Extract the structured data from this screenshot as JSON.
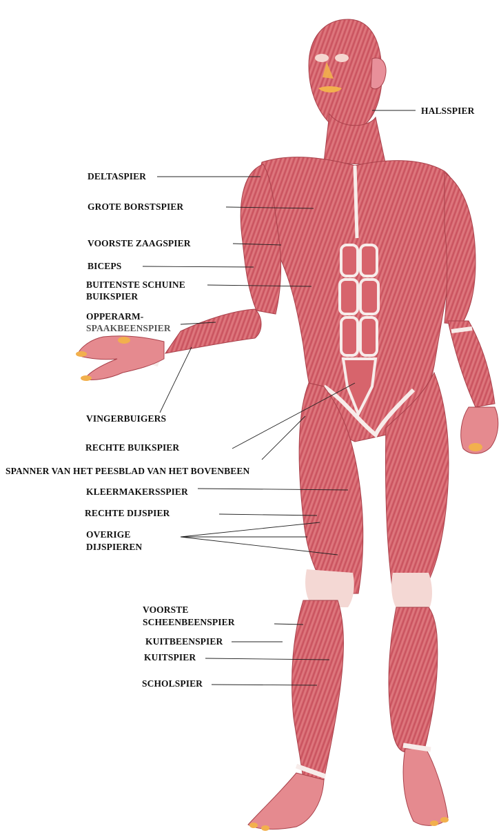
{
  "colors": {
    "skin": "#f3b5a7",
    "muscle": "#d9626a",
    "muscle_dark": "#b03e4a",
    "tendon": "#f7ecea",
    "nail": "#f2b04d",
    "leader": "#222222",
    "label": "#111111"
  },
  "labels": {
    "halsspier": "HALSSPIER",
    "deltaspier": "DELTASPIER",
    "grote_borstspier": "GROTE BORSTSPIER",
    "voorste_zaagspier": "VOORSTE ZAAGSPIER",
    "biceps": "BICEPS",
    "buitenste_schuine_1": "BUITENSTE SCHUINE",
    "buitenste_schuine_2": "BUIKSPIER",
    "opperarm_1": "OPPERARM-",
    "opperarm_2": "SPAAKBEENSPIER",
    "vingerbuigers": "VINGERBUIGERS",
    "rechte_buikspier": "RECHTE BUIKSPIER",
    "spanner": "SPANNER VAN HET PEESBLAD VAN HET BOVENBEEN",
    "kleermakersspier": "KLEERMAKERSSPIER",
    "rechte_dijspier": "RECHTE DIJSPIER",
    "overige_1": "OVERIGE",
    "overige_2": "DIJSPIEREN",
    "voorste_scheen_1": "VOORSTE",
    "voorste_scheen_2": "SCHEENBEENSPIER",
    "kuitbeenspier": "KUITBEENSPIER",
    "kuitspier": "KUITSPIER",
    "scholspier": "SCHOLSPIER"
  }
}
